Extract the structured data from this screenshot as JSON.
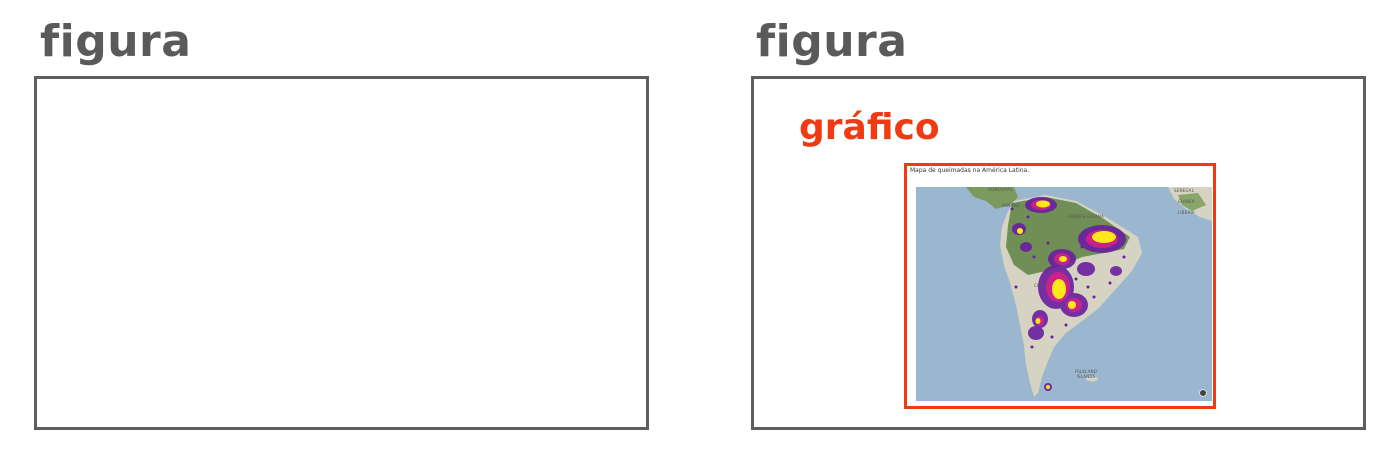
{
  "panels": {
    "left": {
      "title": "figura"
    },
    "right": {
      "title": "figura",
      "chart_label": "gráfico"
    }
  },
  "map": {
    "caption": "Mapa de queimadas na América Latina.",
    "labels": {
      "honduras": "HONDURAS",
      "panama": "PANAMA",
      "guyana": "FRENCH GUIANA",
      "senegal": "SENEGAL",
      "guinea": "GUINEA",
      "liberia": "LIBERIA",
      "chile": "CHILE",
      "falkland": "FALKLAND ISLANDS"
    }
  },
  "colors": {
    "title": "#5a5a5a",
    "frame": "#5e5e5e",
    "accent": "#f03a12",
    "ocean": "#9bb7cf",
    "forest": "#6f8f57",
    "land": "#d6d3c2",
    "fire_low": "#6a1fa0",
    "fire_mid": "#d4208a",
    "fire_high": "#ffe81a"
  }
}
